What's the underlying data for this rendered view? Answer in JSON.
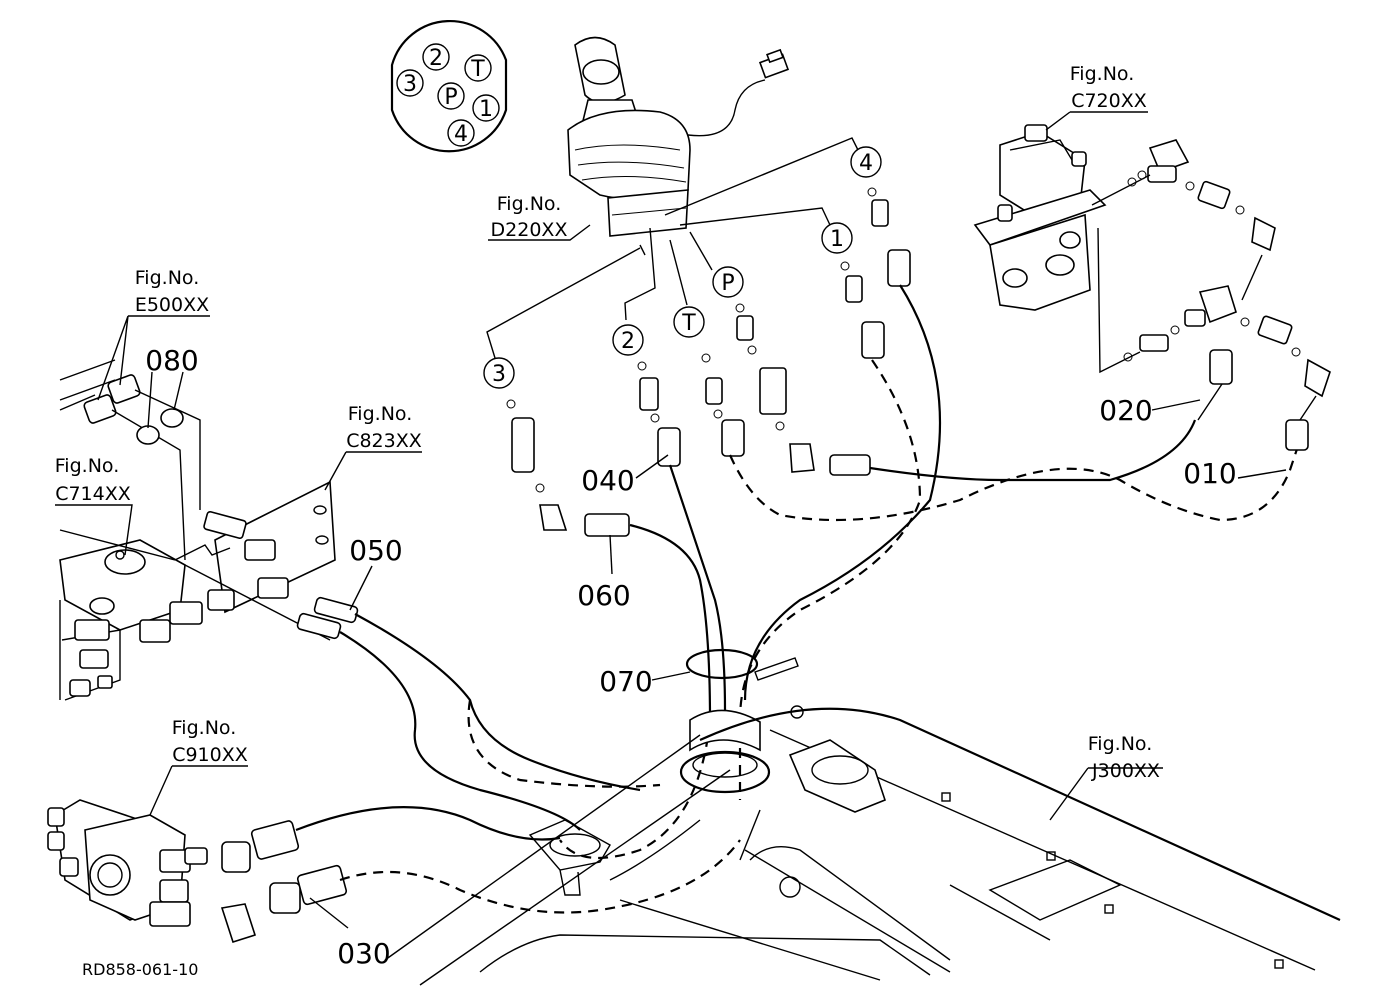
{
  "pin_layout": {
    "pins": [
      "3",
      "2",
      "T",
      "P",
      "1",
      "4"
    ]
  },
  "fig_refs": {
    "d220": {
      "title": "Fig.No.",
      "code": "D220XX"
    },
    "e500": {
      "title": "Fig.No.",
      "code": "E500XX"
    },
    "c714": {
      "title": "Fig.No.",
      "code": "C714XX"
    },
    "c823": {
      "title": "Fig.No.",
      "code": "C823XX"
    },
    "c720": {
      "title": "Fig.No.",
      "code": "C720XX"
    },
    "c910": {
      "title": "Fig.No.",
      "code": "C910XX"
    },
    "j300": {
      "title": "Fig.No.",
      "code": "J300XX"
    }
  },
  "port_callouts": {
    "p4": "4",
    "p1": "1",
    "pP": "P",
    "pT": "T",
    "p2": "2",
    "p3": "3"
  },
  "part_numbers": {
    "p080": "080",
    "p050": "050",
    "p040": "040",
    "p060": "060",
    "p070": "070",
    "p030": "030",
    "p020": "020",
    "p010": "010"
  },
  "drawing_code": "RD858-061-10"
}
